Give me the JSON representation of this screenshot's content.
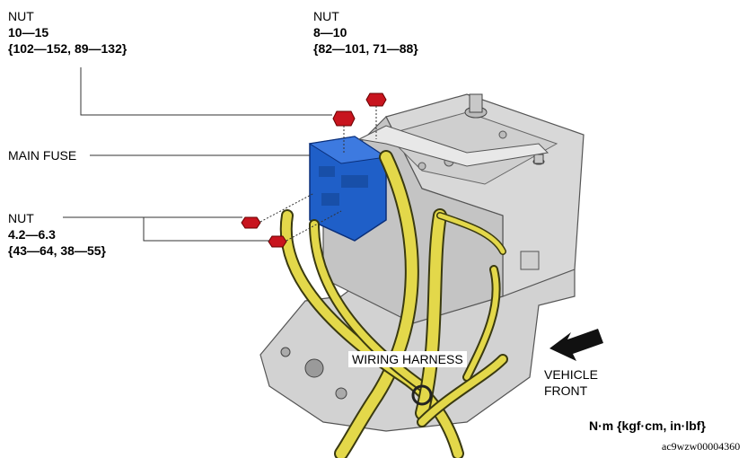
{
  "callouts": {
    "nut_main": {
      "title": "NUT",
      "torque": "10—15",
      "alt": "{102—152, 89—132}"
    },
    "nut_top": {
      "title": "NUT",
      "torque": "8—10",
      "alt": "{82—101, 71—88}"
    },
    "main_fuse": "MAIN FUSE",
    "nut_small": {
      "title": "NUT",
      "torque": "4.2—6.3",
      "alt": "{43—64, 38—55}"
    },
    "wiring_harness": "WIRING HARNESS",
    "vehicle_front": {
      "line1": "VEHICLE",
      "line2": "FRONT"
    }
  },
  "units": "N·m {kgf·cm, in·lbf}",
  "figure_code": "ac9wzw00004360",
  "colors": {
    "fuse_blue": "#1f5fc8",
    "nut_red": "#c8141e",
    "harness_yellow": "#e3d84a",
    "housing_gray": "#c9c9c9",
    "arrow_black": "#111111"
  }
}
